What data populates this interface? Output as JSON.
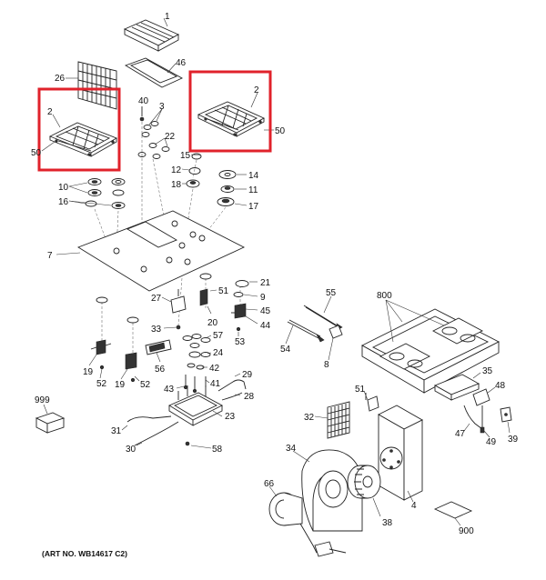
{
  "art_number": "(ART NO. WB14617 C2)",
  "highlight_color": "#e0222b",
  "part_labels": {
    "p1": "1",
    "p46": "46",
    "p26": "26",
    "p2a": "2",
    "p50a": "50",
    "p40": "40",
    "p3": "3",
    "p22": "22",
    "p2b": "2",
    "p50b": "50",
    "p15": "15",
    "p12": "12",
    "p14": "14",
    "p18": "18",
    "p11": "11",
    "p17": "17",
    "p10": "10",
    "p16": "16",
    "p7": "7",
    "p21": "21",
    "p27": "27",
    "p51a": "51",
    "p9": "9",
    "p20": "20",
    "p45": "45",
    "p44": "44",
    "p53": "53",
    "p33": "33",
    "p57": "57",
    "p24": "24",
    "p56": "56",
    "p42": "42",
    "p29": "29",
    "p43": "43",
    "p41": "41",
    "p28": "28",
    "p19a": "19",
    "p52a": "52",
    "p19b": "19",
    "p52b": "52",
    "p999": "999",
    "p23": "23",
    "p31": "31",
    "p30": "30",
    "p58": "58",
    "p55": "55",
    "p54": "54",
    "p8": "8",
    "p800": "800",
    "p35": "35",
    "p48": "48",
    "p51b": "51",
    "p32": "32",
    "p47": "47",
    "p49": "49",
    "p39": "39",
    "p34": "34",
    "p66": "66",
    "p38": "38",
    "p4": "4",
    "p900": "900"
  }
}
